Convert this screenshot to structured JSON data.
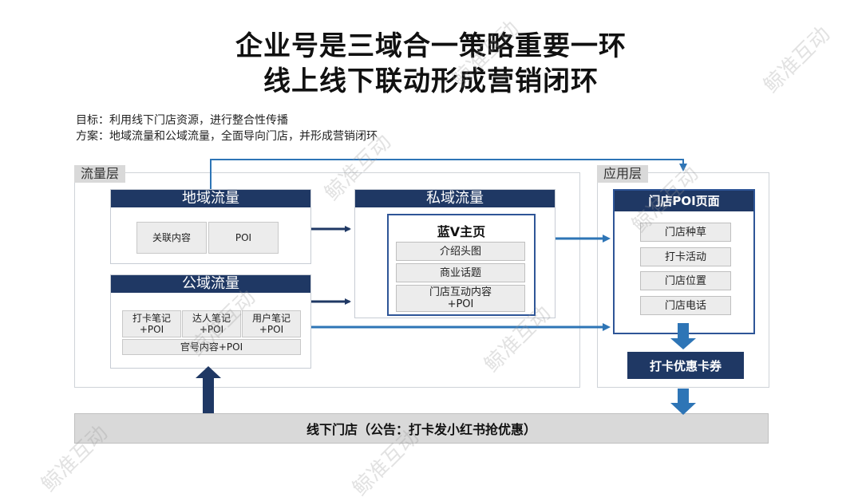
{
  "title_line1": "企业号是三域合一策略重要一环",
  "title_line2": "线上线下联动形成营销闭环",
  "goal_text": "目标：利用线下门店资源，进行整合性传播",
  "plan_text": "方案：地域流量和公域流量，全面导向门店，并形成营销闭环",
  "traffic_layer_label": "流量层",
  "app_layer_label": "应用层",
  "regional": {
    "title": "地域流量",
    "items": [
      "关联内容",
      "POI"
    ]
  },
  "public": {
    "title": "公域流量",
    "items": [
      "打卡笔记\n+POI",
      "达人笔记\n+POI",
      "用户笔记\n+POI"
    ],
    "wide_item": "官号内容+POI"
  },
  "private": {
    "title": "私域流量",
    "sub_title": "蓝V主页",
    "items": [
      "介绍头图",
      "商业话题",
      "门店互动内容\n+POI"
    ]
  },
  "store_poi": {
    "title": "门店POI页面",
    "items": [
      "门店种草",
      "打卡活动",
      "门店位置",
      "门店电话"
    ]
  },
  "coupon_label": "打卡优惠卡券",
  "bottom_label": "线下门店（公告：打卡发小红书抢优惠）",
  "watermark": "鲸准互动",
  "colors": {
    "navy": "#1f3864",
    "blue": "#2e5597",
    "gray": "#d9d9d9"
  }
}
